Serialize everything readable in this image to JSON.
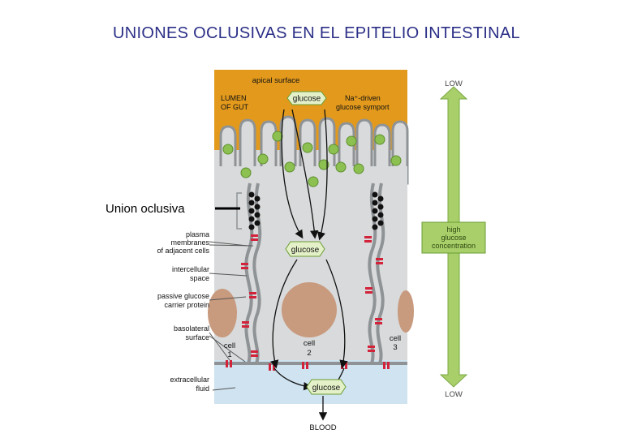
{
  "slide": {
    "title": "UNIONES OCLUSIVAS EN EL EPITELIO INTESTINAL",
    "tight_junction_label": "Union oclusiva"
  },
  "diagram": {
    "apical_surface": "apical surface",
    "lumen": [
      "LUMEN",
      "OF GUT"
    ],
    "symport": [
      "Na⁺-driven",
      "glucose symport"
    ],
    "glucose": "glucose",
    "left_labels": {
      "plasma": [
        "plasma",
        "membranes",
        "of adjacent cells"
      ],
      "intercellular": [
        "intercellular",
        "space"
      ],
      "passive": [
        "passive glucose",
        "carrier protein"
      ],
      "basolateral": [
        "basolateral",
        "surface"
      ],
      "extracellular": [
        "extracellular",
        "fluid"
      ]
    },
    "cells": [
      {
        "label": [
          "cell",
          "1"
        ]
      },
      {
        "label": [
          "cell",
          "2"
        ]
      },
      {
        "label": [
          "cell",
          "3"
        ]
      }
    ],
    "blood": "BLOOD",
    "gradient": {
      "top": "LOW",
      "middle": [
        "high",
        "glucose",
        "concentration"
      ],
      "bottom": "LOW"
    },
    "colors": {
      "lumen": "#e39a1c",
      "cytoplasm": "#d8dadb",
      "extracellular": "#cfe3f0",
      "membrane": "#8f9396",
      "nucleus": "#c89a7e",
      "arrow": "#a8cf6a",
      "symport": "#8cc152",
      "carrier": "#d2233b",
      "box_fill": "#e4f0c8",
      "title": "#2b2f86"
    }
  }
}
